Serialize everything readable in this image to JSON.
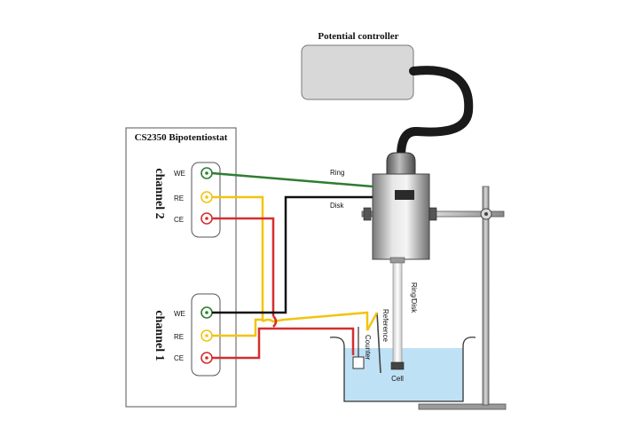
{
  "controller": {
    "title": "Potential controller"
  },
  "bipotentiostat": {
    "title": "CS2350 Bipotentiostat",
    "channel2": {
      "label": "channel 2",
      "terminals": [
        "WE",
        "RE",
        "CE"
      ]
    },
    "channel1": {
      "label": "channel 1",
      "terminals": [
        "WE",
        "RE",
        "CE"
      ]
    }
  },
  "wires": {
    "ring": "Ring",
    "disk": "Disk"
  },
  "electrodes": {
    "ring_disk": "Ring/Disk",
    "reference": "Reference",
    "counter": "Counter",
    "cell": "Cell"
  },
  "colors": {
    "we": "#2e7d32",
    "re": "#f2c40f",
    "ce": "#d32f2f",
    "disk_wire": "#111111",
    "controller_box": "#d8d8d8",
    "electrolyte": "#bfe1f5"
  }
}
